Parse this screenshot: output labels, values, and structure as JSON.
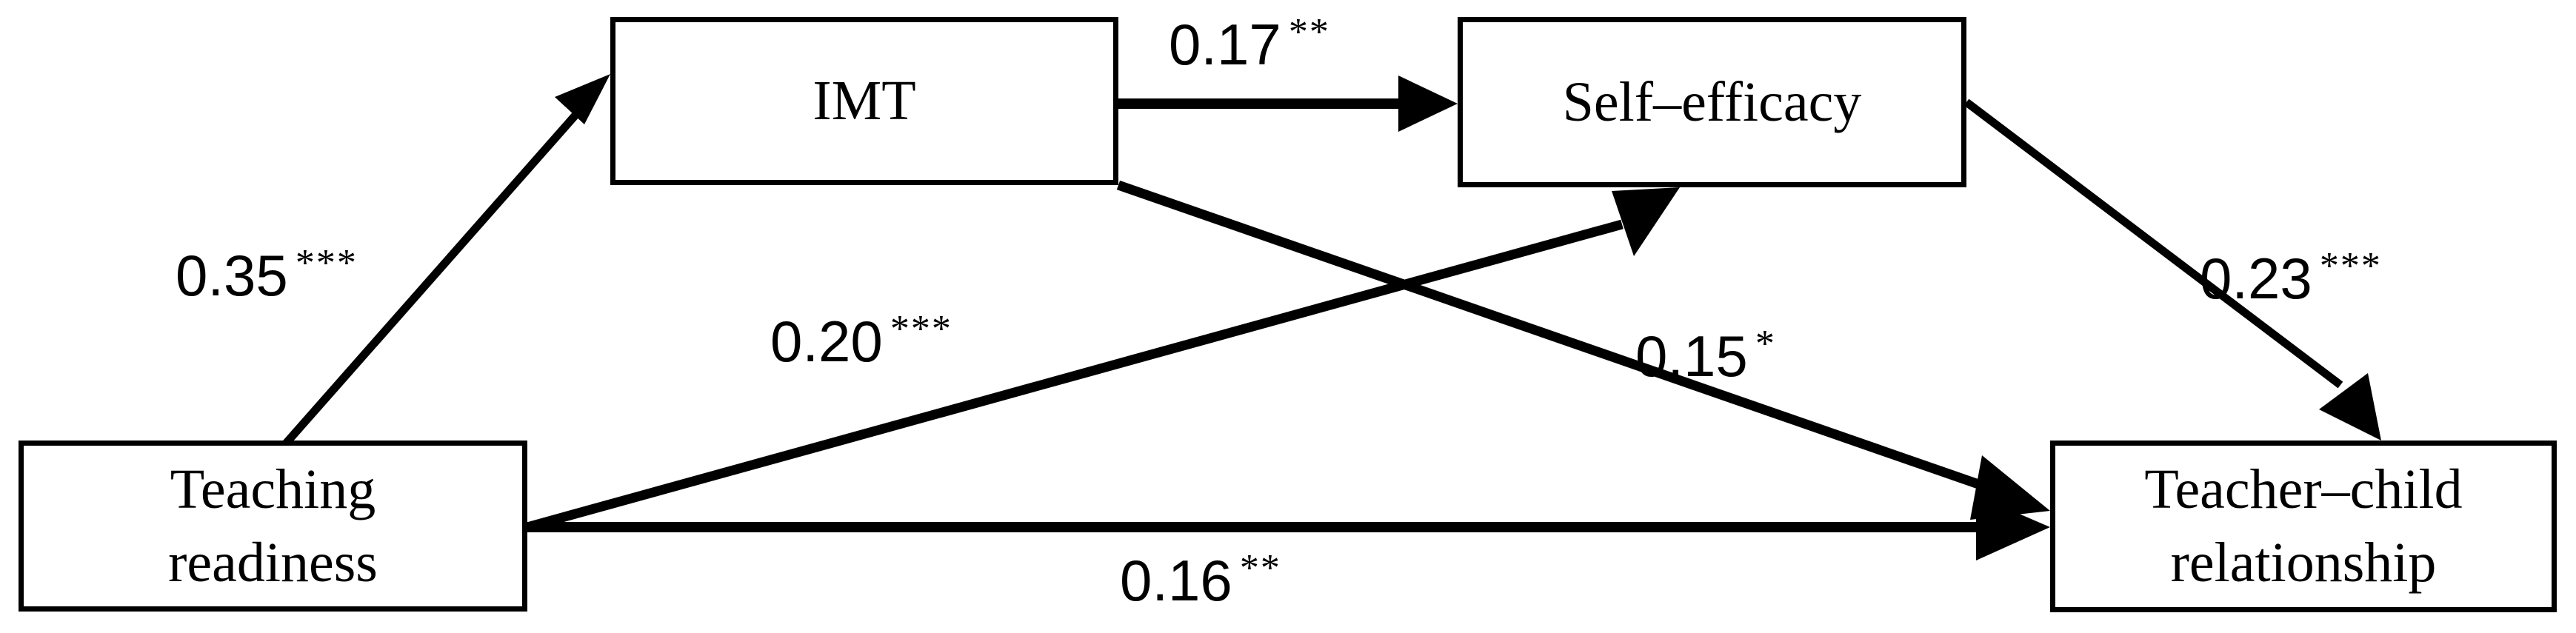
{
  "diagram": {
    "type": "path-diagram",
    "title": "",
    "background_color": "#ffffff",
    "line_color": "#000000",
    "nodes": [
      {
        "id": "teaching_readiness",
        "label": "Teaching\nreadiness"
      },
      {
        "id": "imt",
        "label": "IMT"
      },
      {
        "id": "self_efficacy",
        "label": "Self–efficacy"
      },
      {
        "id": "teacher_child",
        "label": "Teacher–child\nrelationship"
      }
    ],
    "edges": [
      {
        "id": "tr_to_imt",
        "from": "teaching_readiness",
        "to": "imt",
        "coefficient": "0.35",
        "stars": "***"
      },
      {
        "id": "imt_to_se",
        "from": "imt",
        "to": "self_efficacy",
        "coefficient": "0.17",
        "stars": "**"
      },
      {
        "id": "tr_to_se",
        "from": "teaching_readiness",
        "to": "self_efficacy",
        "coefficient": "0.20",
        "stars": "***"
      },
      {
        "id": "se_to_tc",
        "from": "self_efficacy",
        "to": "teacher_child",
        "coefficient": "0.23",
        "stars": "***"
      },
      {
        "id": "imt_to_tc",
        "from": "imt",
        "to": "teacher_child",
        "coefficient": "0.15",
        "stars": "*"
      },
      {
        "id": "tr_to_tc",
        "from": "teaching_readiness",
        "to": "teacher_child",
        "coefficient": "0.16",
        "stars": "**"
      }
    ]
  }
}
